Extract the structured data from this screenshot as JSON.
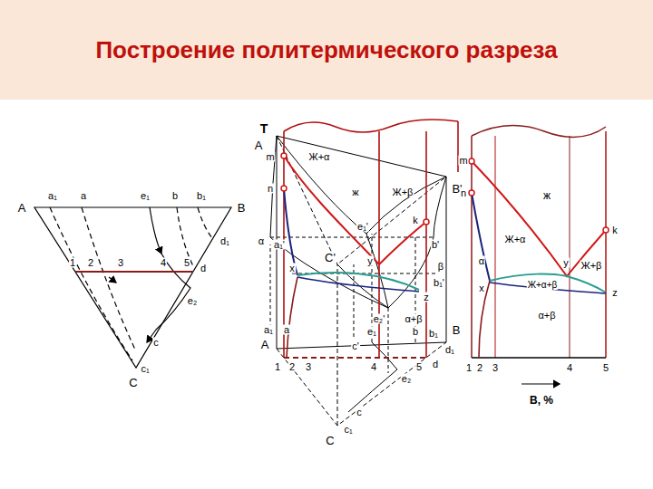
{
  "diagram": {
    "title": "Построение политермического разреза",
    "labels": [
      "A",
      "a₁",
      "a",
      "e₁",
      "b",
      "b₁",
      "B",
      "d₁",
      "1",
      "2",
      "3",
      "4",
      "5",
      "d",
      "e₂",
      "c",
      "c₁",
      "C",
      "T",
      "A",
      "m",
      "n",
      "Ж+α",
      "ж",
      "Ж+β",
      "B'",
      "e₁'",
      "k",
      "α",
      "a₁'",
      "C'",
      "b'",
      "y",
      "x",
      "β",
      "b₁'",
      "z",
      "e₂'",
      "α+β",
      "a₁",
      "a",
      "e₁",
      "b",
      "b₁",
      "A",
      "B",
      "d₁",
      "1",
      "2",
      "3",
      "4",
      "5",
      "d",
      "c'",
      "e₂",
      "c",
      "c₁",
      "C",
      "m",
      "n",
      "ж",
      "Ж+α",
      "k",
      "α",
      "y",
      "Ж+β",
      "x",
      "Ж+α+β",
      "z",
      "α+β",
      "1",
      "2",
      "3",
      "4",
      "5",
      "B, %"
    ]
  }
}
